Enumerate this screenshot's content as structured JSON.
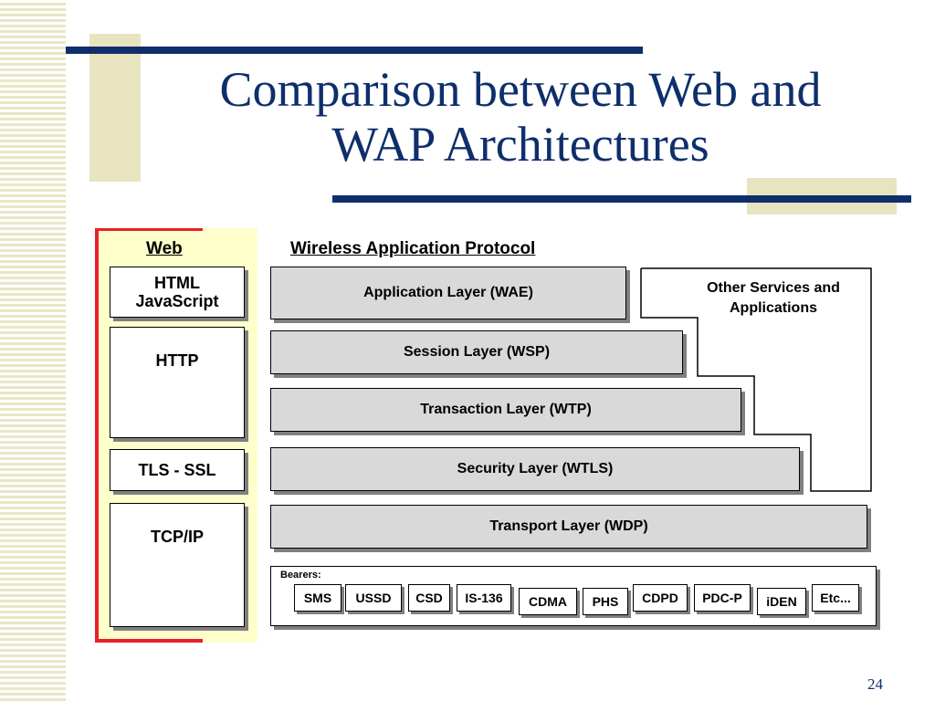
{
  "slide": {
    "title_line1": "Comparison between Web and",
    "title_line2": "WAP Architectures",
    "page_number": "24"
  },
  "web": {
    "heading": "Web",
    "boxes": [
      {
        "line1": "HTML",
        "line2": "JavaScript"
      },
      {
        "line1": "HTTP"
      },
      {
        "line1": "TLS - SSL"
      },
      {
        "line1": "TCP/IP"
      }
    ]
  },
  "wap": {
    "heading": "Wireless Application Protocol",
    "layers": [
      "Application Layer (WAE)",
      "Session Layer (WSP)",
      "Transaction Layer (WTP)",
      "Security Layer (WTLS)",
      "Transport Layer (WDP)"
    ],
    "other_line1": "Other Services and",
    "other_line2": "Applications",
    "bearers_label": "Bearers:",
    "bearers": [
      "SMS",
      "USSD",
      "CSD",
      "IS-136",
      "CDMA",
      "PHS",
      "CDPD",
      "PDC-P",
      "iDEN",
      "Etc..."
    ]
  },
  "colors": {
    "title": "#0e2f6b",
    "web_background": "#ffffcc",
    "web_border": "#e8202a",
    "layer_fill": "#d9d9d9",
    "accent_block": "#e8e4bf"
  }
}
